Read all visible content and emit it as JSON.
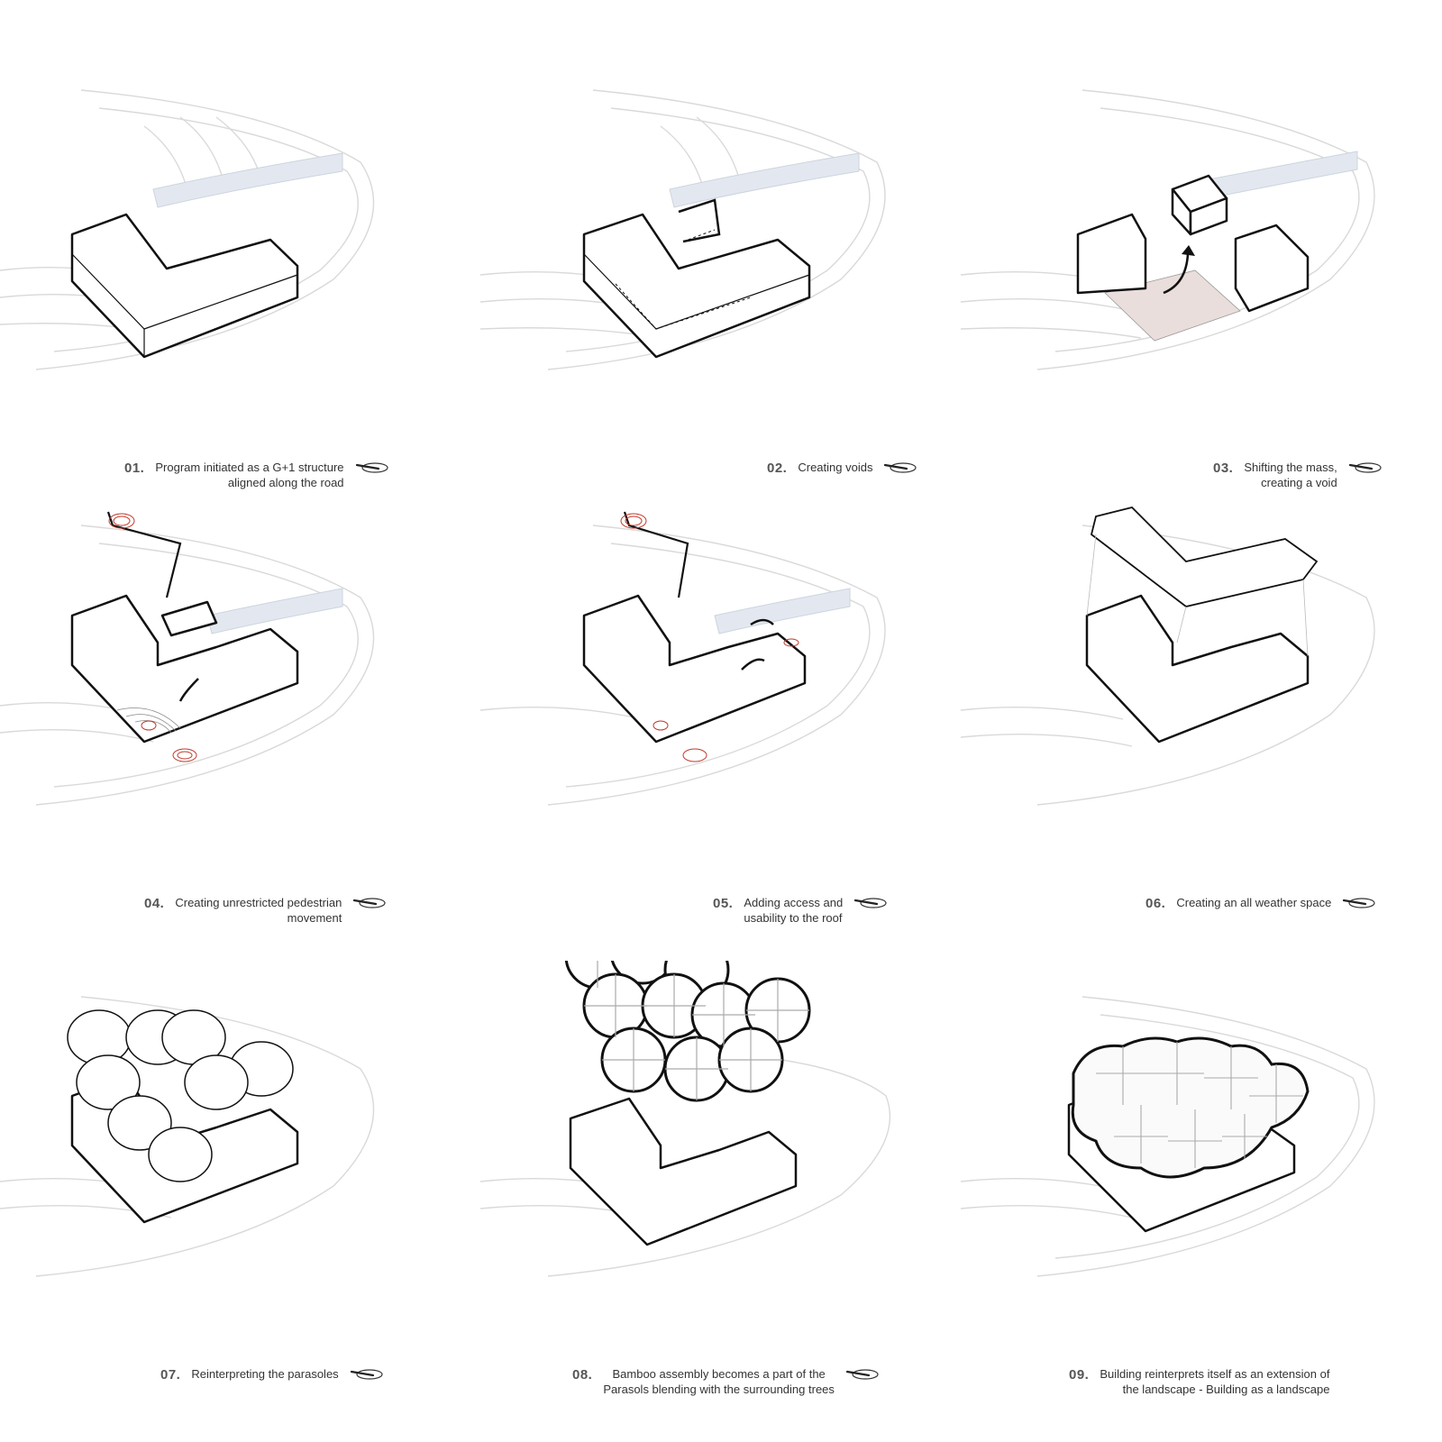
{
  "steps": [
    {
      "num": "01.",
      "line1": "Program initiated as a G+1 structure",
      "line2": "aligned along the road"
    },
    {
      "num": "02.",
      "line1": "Creating voids",
      "line2": ""
    },
    {
      "num": "03.",
      "line1": "Shifting the mass,",
      "line2": "creating a void"
    },
    {
      "num": "04.",
      "line1": "Creating unrestricted pedestrian",
      "line2": "movement"
    },
    {
      "num": "05.",
      "line1": "Adding access and",
      "line2": "usability to the roof"
    },
    {
      "num": "06.",
      "line1": "Creating an all weather space",
      "line2": ""
    },
    {
      "num": "07.",
      "line1": "Reinterpreting the parasoles",
      "line2": ""
    },
    {
      "num": "08.",
      "line1": "Bamboo assembly becomes a part of the",
      "line2": "Parasols blending with the surrounding trees"
    },
    {
      "num": "09.",
      "line1": "Building reinterprets itself as an extension of",
      "line2": "the landscape - Building as a landscape"
    }
  ],
  "colors": {
    "outline": "#111111",
    "road": "#d9d9d9",
    "river": "#e3e8f0",
    "node": "#c0392b",
    "void": "#e9dedb"
  }
}
